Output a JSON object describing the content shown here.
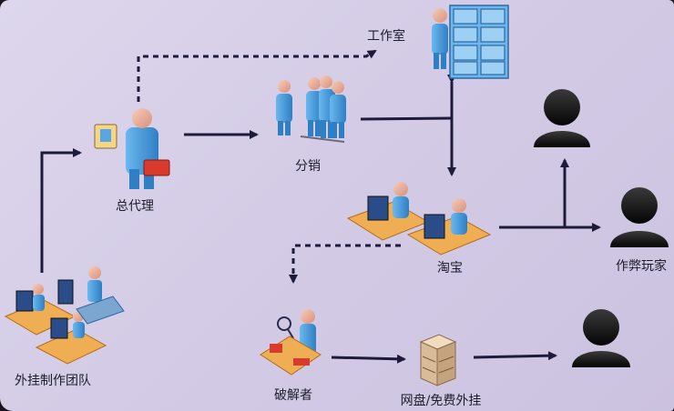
{
  "nodes": {
    "workshop": "工作室",
    "general_agent": "总代理",
    "distribution": "分销",
    "taobao": "淘宝",
    "cheat_player": "作弊玩家",
    "cheat_dev_team": "外挂制作团队",
    "cracker": "破解者",
    "netdisk": "网盘/免费外挂"
  },
  "colors": {
    "background": "#d8d0e8",
    "arrow": "#1e1b3a",
    "person": "#4a9fdc",
    "head": "#f0b8a4",
    "player": "#111111",
    "accent_red": "#d83a2c"
  }
}
